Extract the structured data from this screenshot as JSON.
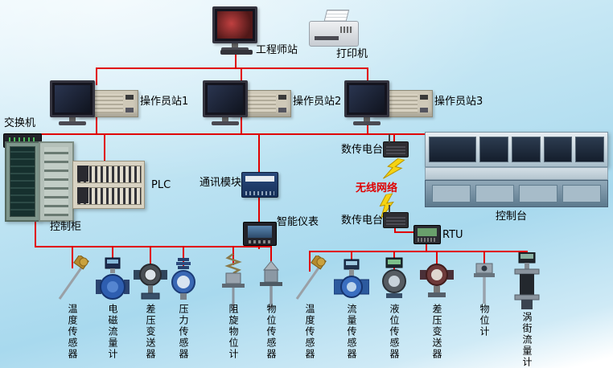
{
  "diagram": {
    "type": "industrial-control-system-topology",
    "wire_color": "#e00000",
    "wireless_label_color": "#e00000"
  },
  "nodes": {
    "engineer_station": {
      "label": "工程师站"
    },
    "printer": {
      "label": "打印机"
    },
    "operator_station_1": {
      "label": "操作员站1"
    },
    "operator_station_2": {
      "label": "操作员站2"
    },
    "operator_station_3": {
      "label": "操作员站3"
    },
    "switch": {
      "label": "交换机"
    },
    "control_cabinet": {
      "label": "控制柜"
    },
    "plc": {
      "label": "PLC"
    },
    "comm_module": {
      "label": "通讯模块"
    },
    "smart_instrument": {
      "label": "智能仪表"
    },
    "radio_upper": {
      "label": "数传电台"
    },
    "wireless_network": {
      "label": "无线网络"
    },
    "radio_lower": {
      "label": "数传电台"
    },
    "rtu": {
      "label": "RTU"
    },
    "console": {
      "label": "控制台"
    }
  },
  "sensors": [
    {
      "label": "温度传感器"
    },
    {
      "label": "电磁流量计"
    },
    {
      "label": "差压变送器"
    },
    {
      "label": "压力传感器"
    },
    {
      "label": "阻旋物位计"
    },
    {
      "label": "物位传感器"
    },
    {
      "label": "温度传感器"
    },
    {
      "label": "流量传感器"
    },
    {
      "label": "液位传感器"
    },
    {
      "label": "差压变送器"
    },
    {
      "label": "物位计"
    },
    {
      "label": "涡街流量计"
    }
  ]
}
